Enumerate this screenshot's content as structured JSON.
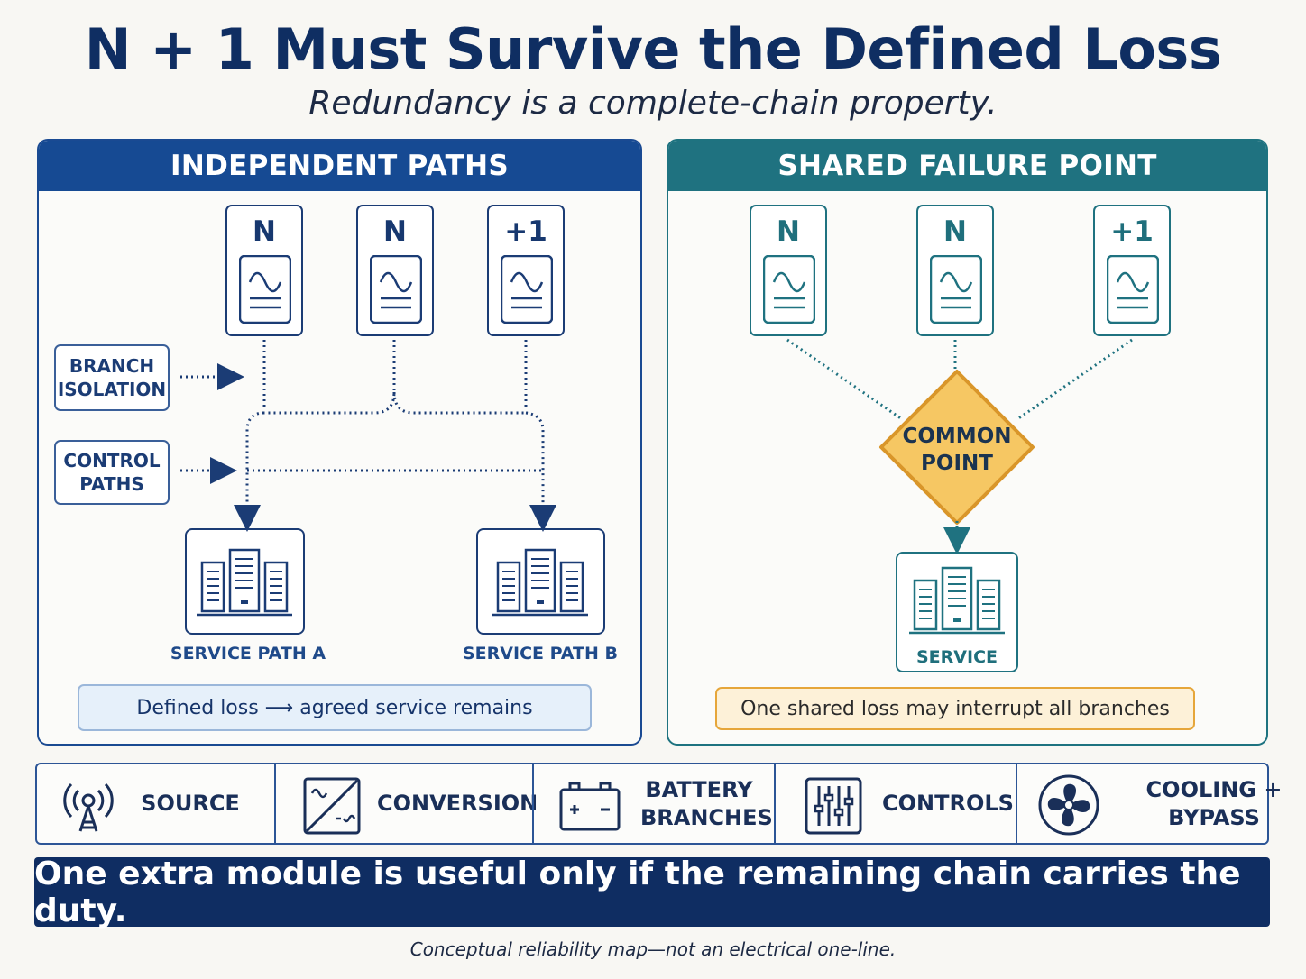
{
  "header": {
    "title": "N + 1 Must Survive the Defined Loss",
    "subtitle": "Redundancy is a complete-chain property."
  },
  "independent": {
    "title": "INDEPENDENT PATHS",
    "modules": [
      "N",
      "N",
      "+1"
    ],
    "tags": {
      "branch_isolation": "BRANCH ISOLATION",
      "control_paths": "CONTROL PATHS"
    },
    "service_a": "SERVICE PATH A",
    "service_b": "SERVICE PATH B",
    "note": "Defined loss ⟶ agreed service remains"
  },
  "shared": {
    "title": "SHARED FAILURE POINT",
    "modules": [
      "N",
      "N",
      "+1"
    ],
    "common_point": "COMMON POINT",
    "service": "SERVICE",
    "note": "One shared loss may interrupt all branches"
  },
  "chain": [
    {
      "label": "SOURCE",
      "icon": "antenna-tower-icon"
    },
    {
      "label": "CONVERSION",
      "icon": "ac-dc-converter-icon"
    },
    {
      "label": "BATTERY BRANCHES",
      "icon": "battery-icon"
    },
    {
      "label": "CONTROLS",
      "icon": "sliders-icon"
    },
    {
      "label": "COOLING + BYPASS",
      "icon": "fan-icon"
    }
  ],
  "banner": "One extra module is useful only if the remaining chain carries the duty.",
  "footnote": "Conceptual reliability map—not an electrical one-line.",
  "colors": {
    "navy": "#0f2d62",
    "left_accent": "#164a93",
    "right_accent": "#1f7280",
    "common_point_fill": "#f6c763",
    "common_point_border": "#d9962a"
  }
}
